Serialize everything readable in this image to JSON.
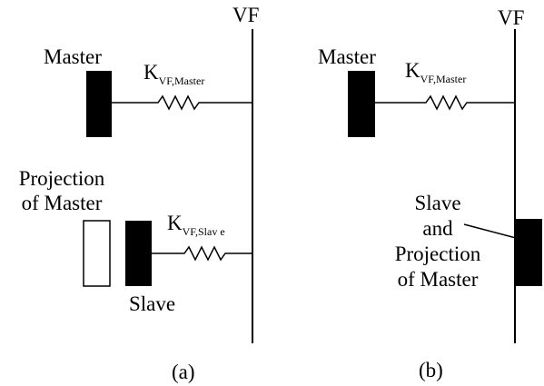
{
  "panel_a": {
    "vf_label": "VF",
    "master_label": "Master",
    "k_master": {
      "k": "K",
      "sub": "VF,Master"
    },
    "projection_label_line1": "Projection",
    "projection_label_line2": "of Master",
    "k_slave": {
      "k": "K",
      "sub": "VF,Slav e"
    },
    "slave_label": "Slave",
    "caption": "(a)"
  },
  "panel_b": {
    "vf_label": "VF",
    "master_label": "Master",
    "k_master": {
      "k": "K",
      "sub": "VF,Master"
    },
    "slave_proj_line1": "Slave",
    "slave_proj_line2": "and",
    "slave_proj_line3": "Projection",
    "slave_proj_line4": "of Master",
    "caption": "(b)"
  },
  "colors": {
    "ink": "#000000",
    "background": "#ffffff"
  }
}
